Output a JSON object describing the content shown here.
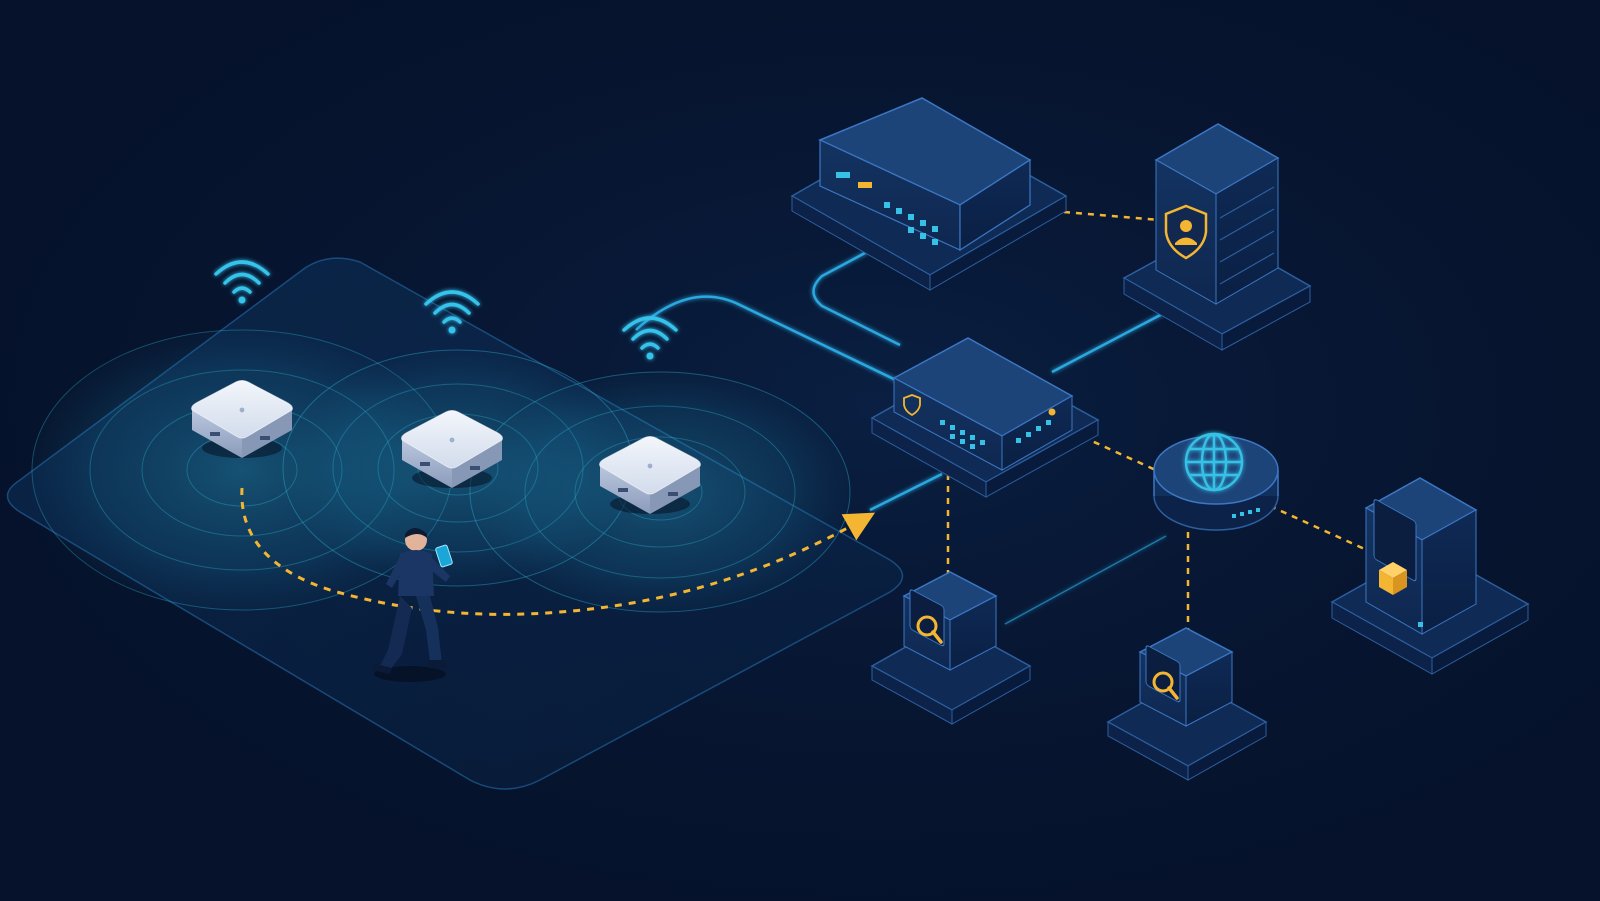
{
  "colors": {
    "background": "#06122b",
    "background_glow": "#0d2a55",
    "floor": "#0b2a4e",
    "coverage_cyan": "#2fb7d8",
    "wifi_cyan": "#34c3ec",
    "link_blue": "#2aa8e0",
    "path_amber": "#f4b632",
    "device_navy": "#173766",
    "device_top": "#1d4479",
    "device_edge": "#3b77c4",
    "ap_white": "#e7ecf6",
    "person_navy": "#1b3564"
  },
  "icons": {
    "access_point": "wifi-icon",
    "firewall_badge": "shield-icon",
    "identity_server_badge": "shield-user-icon",
    "internet_router": "globe-icon",
    "monitor_sensor": "magnifier-icon",
    "storage_appliance": "cube-icon"
  },
  "diagram": {
    "nodes": [
      "access-point",
      "access-point",
      "access-point",
      "network-switch",
      "identity-server",
      "core-switch",
      "internet-router",
      "monitor-sensor",
      "monitor-sensor",
      "storage-appliance",
      "mobile-user"
    ],
    "links": [
      {
        "from": "access-point-3",
        "to": "core-switch",
        "style": "solid"
      },
      {
        "from": "network-switch",
        "to": "core-switch",
        "style": "solid"
      },
      {
        "from": "identity-server",
        "to": "core-switch",
        "style": "solid"
      },
      {
        "from": "monitor-sensor-2",
        "to": "core-switch",
        "style": "solid"
      },
      {
        "from": "network-switch",
        "to": "identity-server",
        "style": "dashed"
      },
      {
        "from": "core-switch",
        "to": "internet-router",
        "style": "dashed"
      },
      {
        "from": "core-switch",
        "to": "monitor-sensor-1",
        "style": "dashed"
      },
      {
        "from": "internet-router",
        "to": "monitor-sensor-2",
        "style": "dashed"
      },
      {
        "from": "internet-router",
        "to": "storage-appliance",
        "style": "dashed"
      },
      {
        "from": "mobile-user",
        "to": "core-switch",
        "style": "dashed-arrow"
      }
    ]
  }
}
